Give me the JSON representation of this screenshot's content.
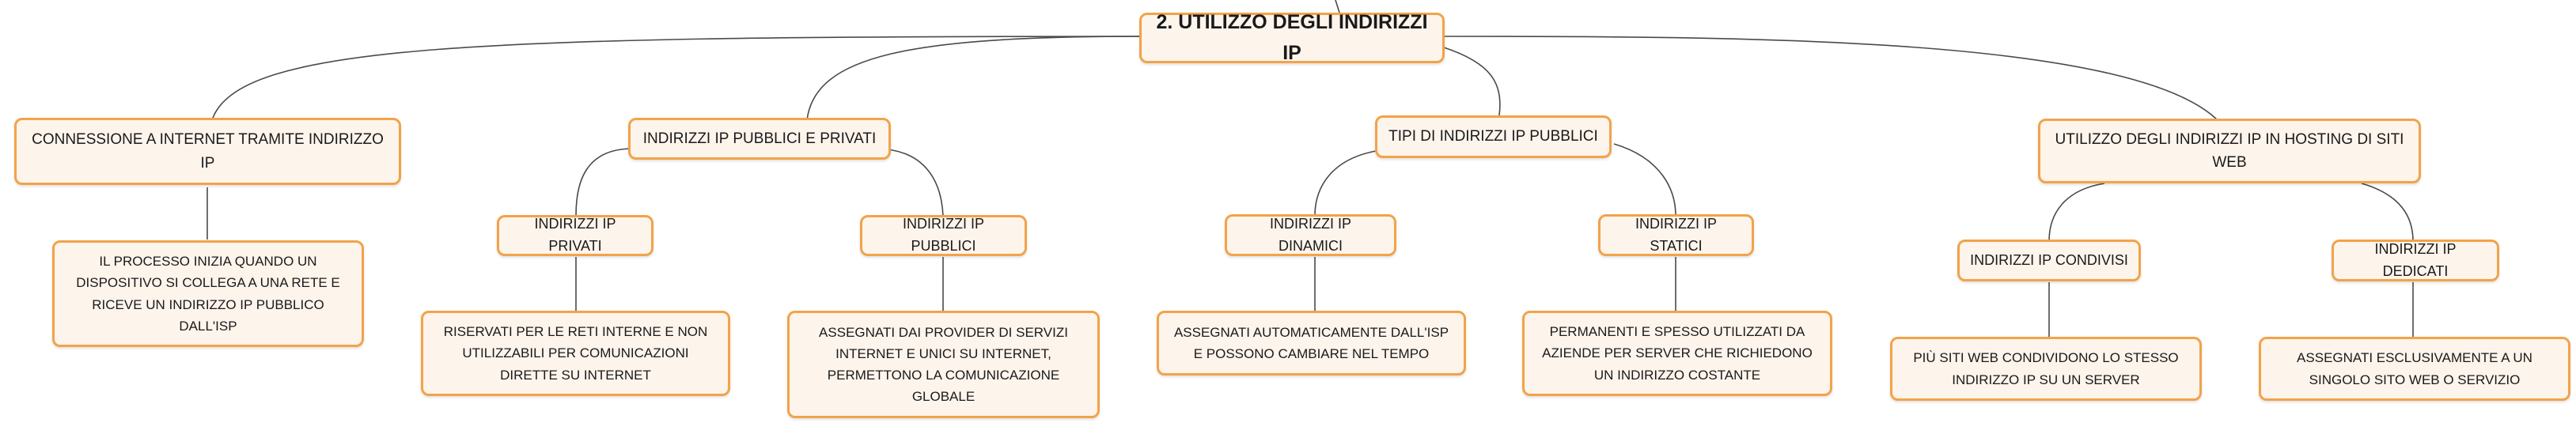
{
  "root": {
    "label": "2. UTILIZZO DEGLI INDIRIZZI IP"
  },
  "branches": [
    {
      "label": "CONNESSIONE A INTERNET TRAMITE INDIRIZZO IP",
      "detail": "IL PROCESSO INIZIA QUANDO UN DISPOSITIVO SI COLLEGA A UNA RETE E RICEVE UN INDIRIZZO IP PUBBLICO DALL'ISP"
    },
    {
      "label": "INDIRIZZI IP PUBBLICI E PRIVATI",
      "children": [
        {
          "label": "INDIRIZZI IP PRIVATI",
          "detail": "RISERVATI PER LE RETI INTERNE E NON UTILIZZABILI PER COMUNICAZIONI DIRETTE SU INTERNET"
        },
        {
          "label": "INDIRIZZI IP PUBBLICI",
          "detail": "ASSEGNATI DAI PROVIDER DI SERVIZI INTERNET E UNICI SU INTERNET, PERMETTONO LA COMUNICAZIONE GLOBALE"
        }
      ]
    },
    {
      "label": "TIPI DI INDIRIZZI IP PUBBLICI",
      "children": [
        {
          "label": "INDIRIZZI IP DINAMICI",
          "detail": "ASSEGNATI AUTOMATICAMENTE DALL'ISP E POSSONO CAMBIARE NEL TEMPO"
        },
        {
          "label": "INDIRIZZI IP STATICI",
          "detail": "PERMANENTI E SPESSO UTILIZZATI DA AZIENDE PER SERVER CHE RICHIEDONO UN INDIRIZZO COSTANTE"
        }
      ]
    },
    {
      "label": "UTILIZZO DEGLI INDIRIZZI IP IN HOSTING DI SITI WEB",
      "children": [
        {
          "label": "INDIRIZZI IP CONDIVISI",
          "detail": "PIÙ SITI WEB CONDIVIDONO LO STESSO INDIRIZZO IP SU UN SERVER"
        },
        {
          "label": "INDIRIZZI IP DEDICATI",
          "detail": "ASSEGNATI ESCLUSIVAMENTE A UN SINGOLO SITO WEB O SERVIZIO"
        }
      ]
    }
  ],
  "colors": {
    "node_border": "#f2a349",
    "node_fill": "#fdf4ec",
    "connector": "#4a4a4a"
  }
}
